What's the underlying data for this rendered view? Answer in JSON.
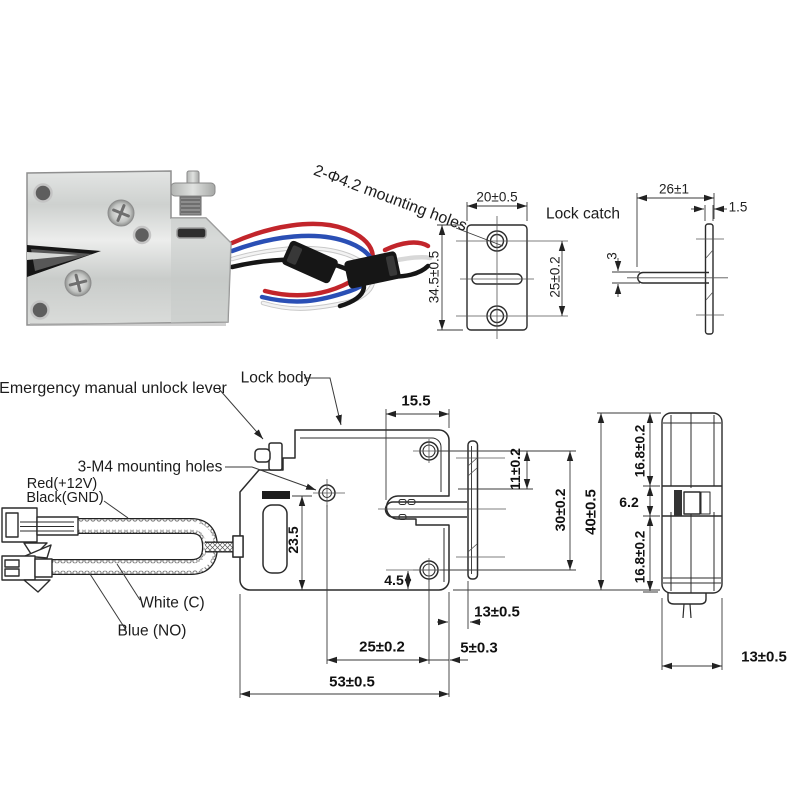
{
  "callouts": {
    "mounting_holes_note": "2-Φ4.2 mounting holes",
    "lock_catch": "Lock catch",
    "emergency_lever": "Emergency manual unlock lever",
    "lock_body": "Lock body",
    "m4_mounting_holes": "3-M4 mounting holes",
    "wire_red": "Red(+12V)",
    "wire_black": "Black(GND)",
    "wire_white": "White (C)",
    "wire_blue": "Blue (NO)"
  },
  "catch_front_view": {
    "width": "20±0.5",
    "height": "34.5±0.5",
    "hole_spacing": "25±0.2"
  },
  "catch_side_view": {
    "length": "26±1",
    "plate_thickness": "1.5",
    "bar_thickness": "3"
  },
  "body_front_view": {
    "slot_depth": "15.5",
    "hole_to_latch": "11±0.2",
    "hole_spacing_vertical": "30±0.2",
    "height": "40±0.5",
    "slot_height": "23.5",
    "hole_to_bottom_edge": "4.5",
    "body_to_catch": "13±0.5",
    "hole_spacing_horizontal": "25±0.2",
    "hole_to_right_edge": "5±0.3",
    "width": "53±0.5"
  },
  "body_side_view": {
    "upper_section": "16.8±0.2",
    "middle_section": "6.2",
    "lower_section": "16.8±0.2",
    "width": "13±0.5"
  }
}
